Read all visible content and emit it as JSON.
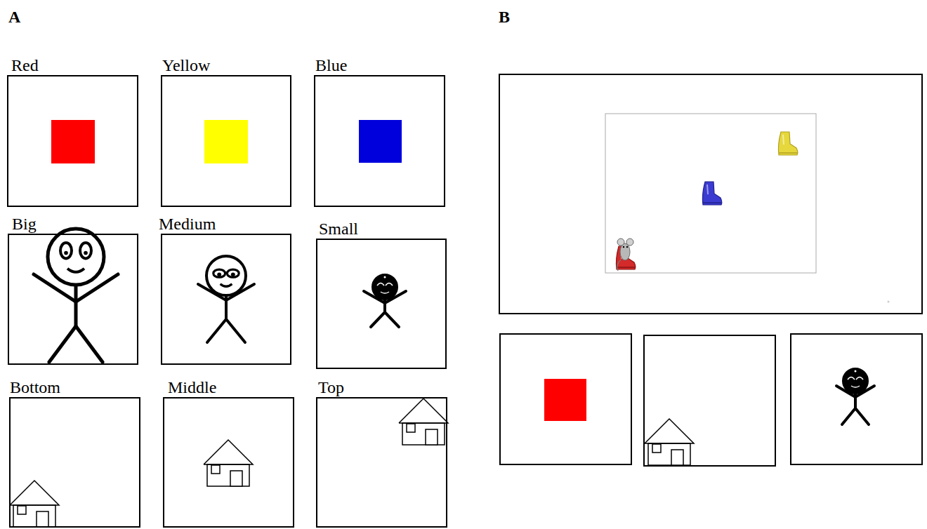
{
  "diagram": {
    "nodes": [
      {
        "text": [
          "Red"
        ]
      },
      {
        "text": [
          "Yellow"
        ]
      },
      {
        "text": [
          "Blue"
        ]
      },
      {
        "text": [
          "Big"
        ]
      },
      {
        "text": [
          "Medium"
        ]
      },
      {
        "text": [
          "Small"
        ]
      },
      {
        "text": [
          "Bottom"
        ]
      },
      {
        "text": [
          "Middle"
        ]
      },
      {
        "text": [
          "Top"
        ]
      }
    ],
    "labels": [
      "A",
      "B"
    ]
  }
}
